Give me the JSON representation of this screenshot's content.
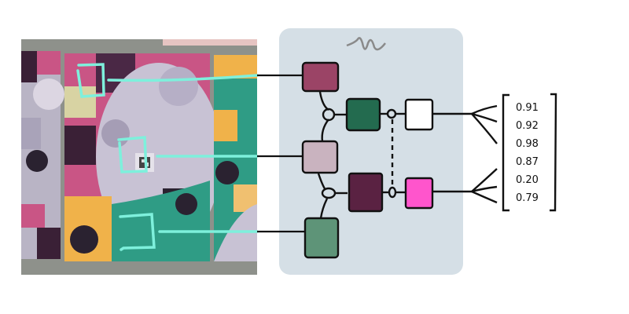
{
  "photo": {
    "description": "Geometric mural panels with cyan-highlighted sample regions",
    "regions": [
      {
        "id": "top",
        "highlight_color": "#7ef0dc"
      },
      {
        "id": "middle-qr",
        "highlight_color": "#7ef0dc"
      },
      {
        "id": "bottom",
        "highlight_color": "#7ef0dc"
      }
    ]
  },
  "panel": {
    "icon": "wave-squiggle-icon",
    "background": "#d5dfe6",
    "input_nodes": [
      {
        "color": "#9b4466"
      },
      {
        "color": "#c9b3bf"
      },
      {
        "color": "#5e9478"
      }
    ],
    "hidden_nodes": [
      {
        "color": "#236b4f"
      },
      {
        "color": "#5a2242"
      }
    ],
    "output_nodes": [
      {
        "color": "#ffffff"
      },
      {
        "color": "#ff55cc"
      }
    ]
  },
  "output_vector": {
    "values": [
      "0.91",
      "0.92",
      "0.98",
      "0.87",
      "0.20",
      "0.79"
    ]
  }
}
